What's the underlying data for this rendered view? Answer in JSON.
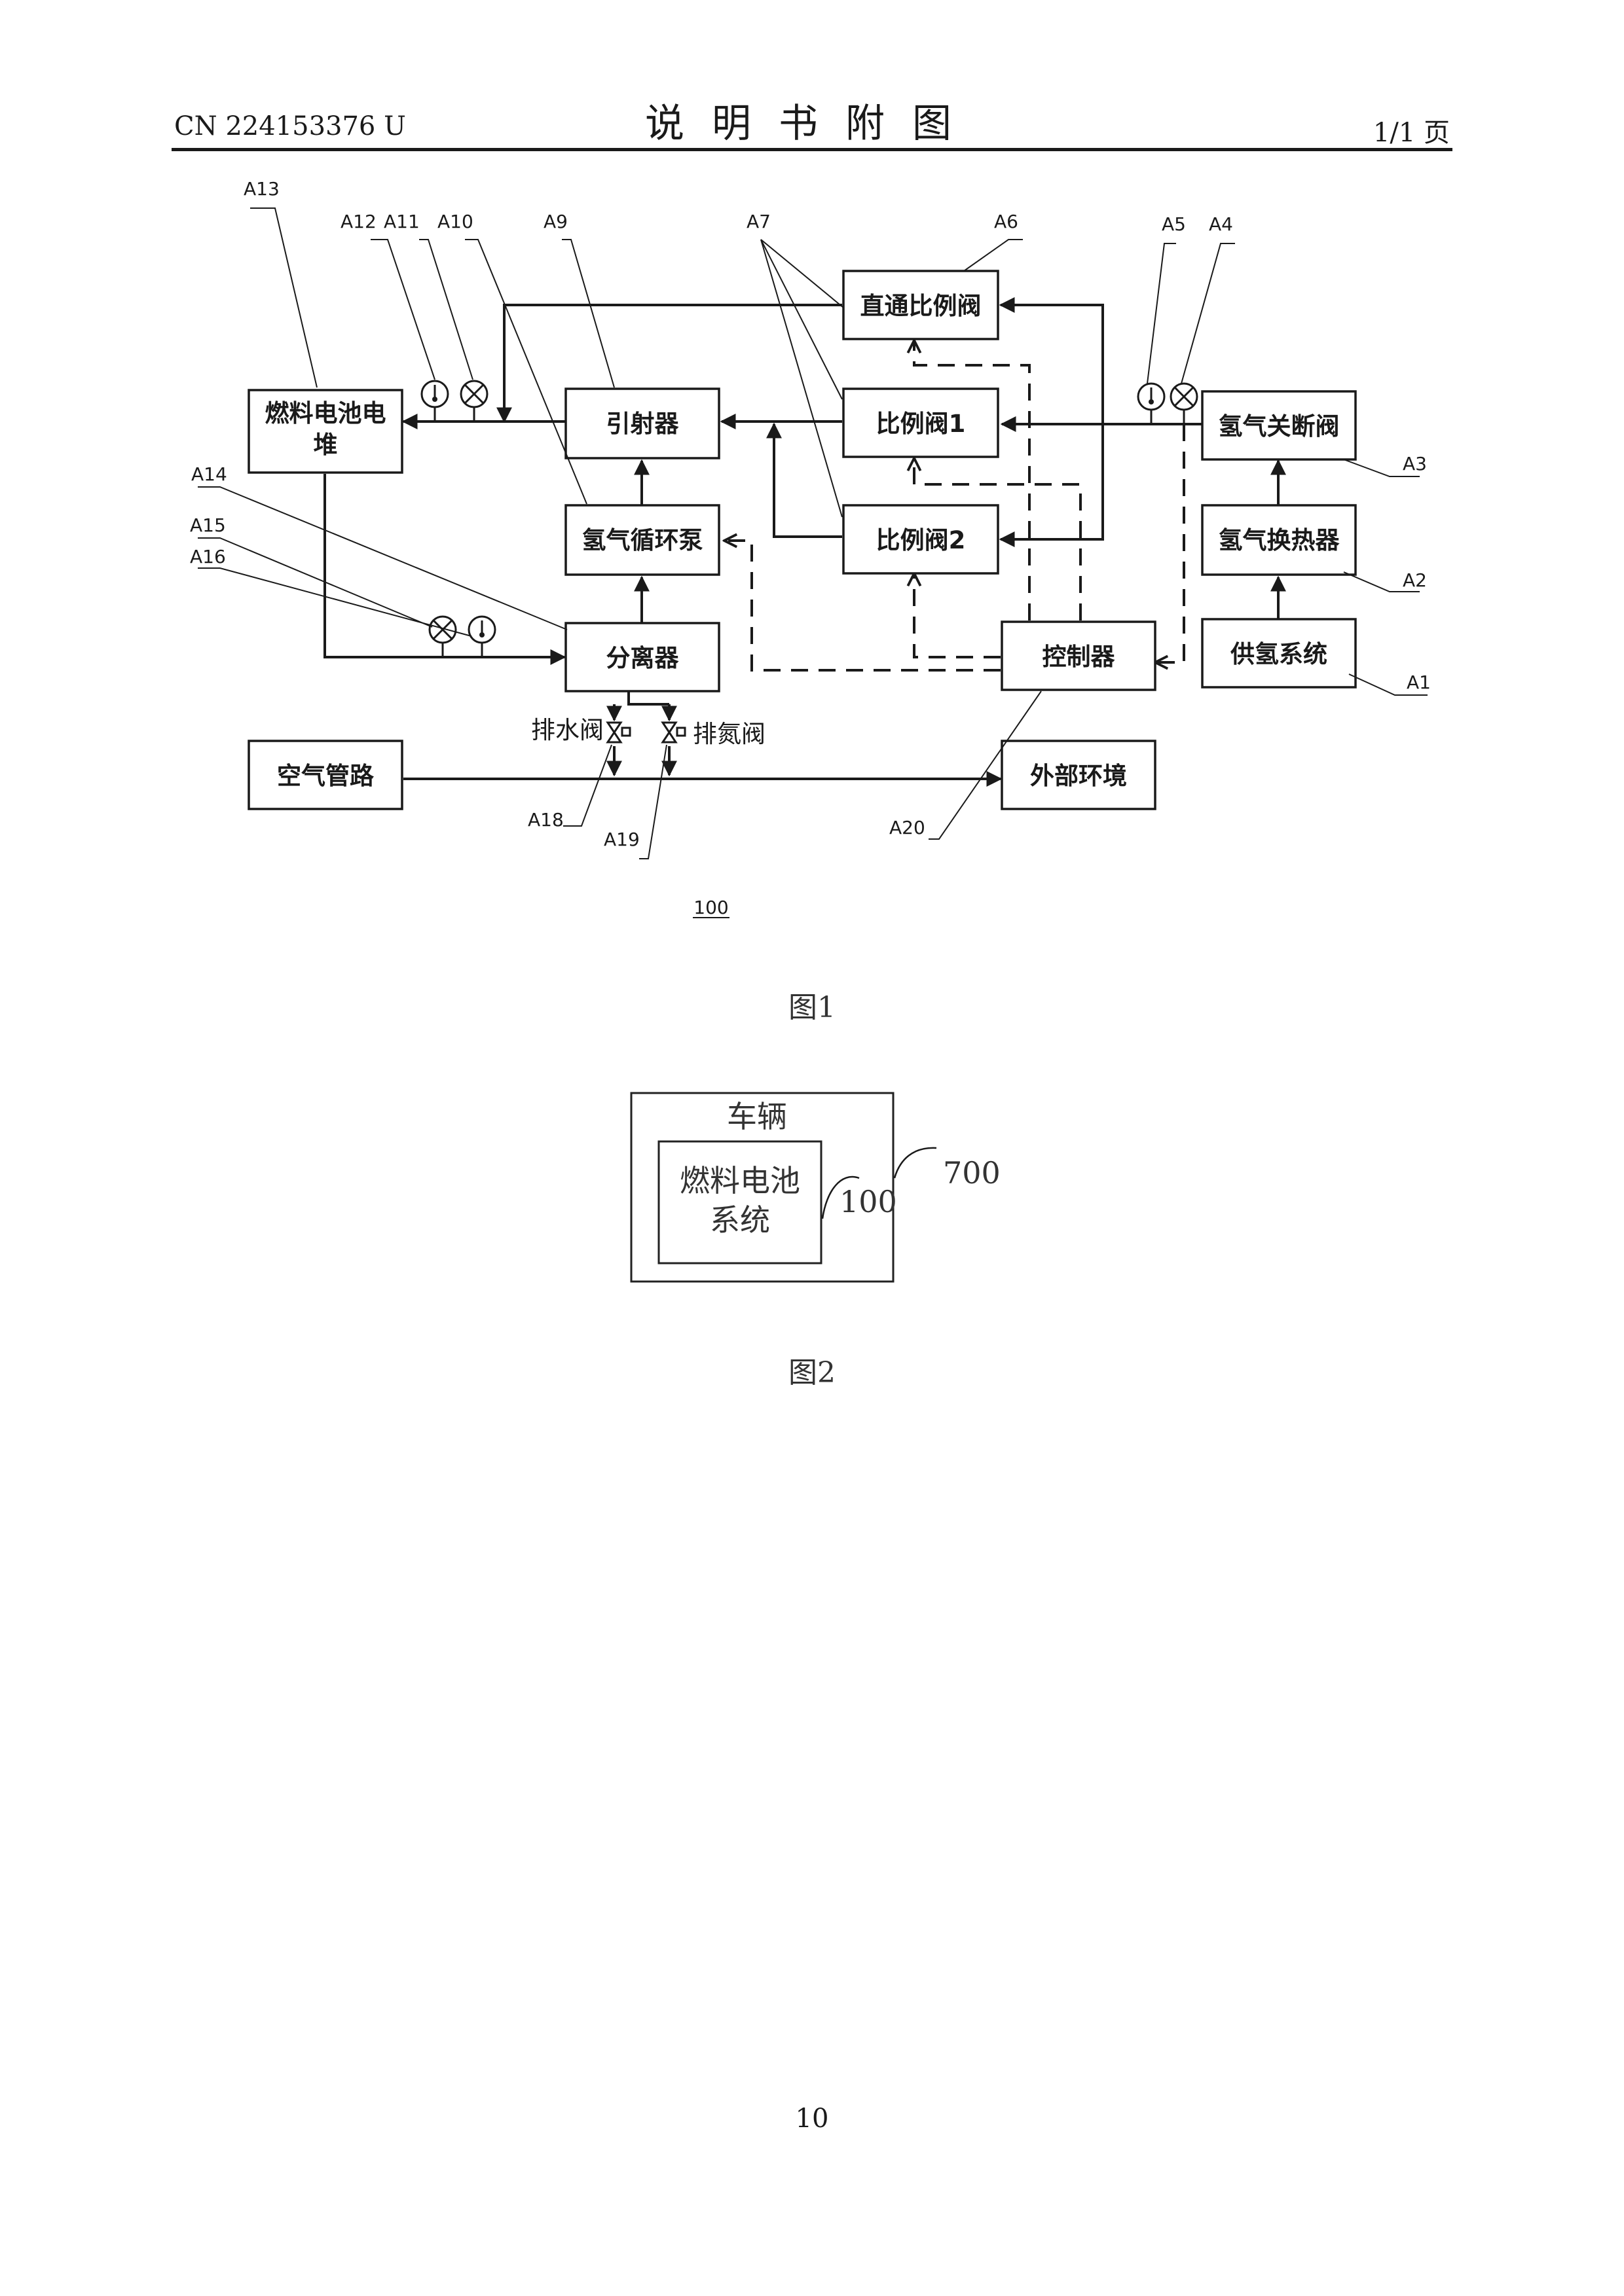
{
  "header": {
    "doc_code": "CN 224153376 U",
    "title": "说明书附图",
    "page_label": "1/1 页"
  },
  "figure1": {
    "boxes": {
      "stack": [
        "燃料电池电",
        "堆"
      ],
      "ejector": "引射器",
      "pump": "氢气循环泵",
      "separator": "分离器",
      "direct_valve": "直通比例阀",
      "prop_valve1": "比例阀1",
      "prop_valve2": "比例阀2",
      "controller": "控制器",
      "shutoff": "氢气关断阀",
      "heat_exchanger": "氢气换热器",
      "supply": "供氢系统",
      "air_pipe": "空气管路",
      "environment": "外部环境"
    },
    "valve_labels": {
      "drain": "排水阀",
      "purge": "排氮阀"
    },
    "refs": {
      "A1": "A1",
      "A2": "A2",
      "A3": "A3",
      "A4": "A4",
      "A5": "A5",
      "A6": "A6",
      "A7": "A7",
      "A9": "A9",
      "A10": "A10",
      "A11": "A11",
      "A12": "A12",
      "A13": "A13",
      "A14": "A14",
      "A15": "A15",
      "A16": "A16",
      "A18": "A18",
      "A19": "A19",
      "A20": "A20"
    },
    "system_number": "100",
    "caption": "图1"
  },
  "figure2": {
    "vehicle": "车辆",
    "system": [
      "燃料电池",
      "系统"
    ],
    "ref_system": "100",
    "ref_vehicle": "700",
    "caption": "图2"
  },
  "footer": {
    "page_number": "10"
  }
}
